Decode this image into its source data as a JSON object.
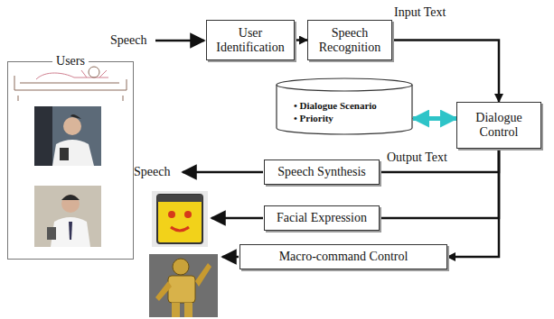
{
  "diagram": {
    "nodes": [
      {
        "text": [
          "User Identification"
        ]
      },
      {
        "text": [
          "Speech Recognition"
        ]
      },
      {
        "text": [
          "• Dialogue Scenario",
          "• Priority"
        ]
      },
      {
        "text": [
          "Dialogue Control"
        ]
      },
      {
        "text": [
          "Speech Synthesis"
        ]
      },
      {
        "text": [
          "Facial Expression"
        ]
      },
      {
        "text": [
          "Macro-command Control"
        ]
      },
      {
        "text": [
          "Users"
        ]
      }
    ],
    "edges": [
      {
        "from": 0,
        "to": 1,
        "arrow": "to"
      },
      {
        "from": 1,
        "to": 3,
        "arrow": "to"
      },
      {
        "from": 2,
        "to": 3,
        "arrow": "both"
      },
      {
        "from": 3,
        "to": 4,
        "arrow": "none"
      },
      {
        "from": 3,
        "to": 5,
        "arrow": "none"
      },
      {
        "from": 3,
        "to": 6,
        "arrow": "to"
      }
    ],
    "labels": [
      "Speech",
      "Input Text",
      "Output Text",
      "Speech"
    ]
  }
}
